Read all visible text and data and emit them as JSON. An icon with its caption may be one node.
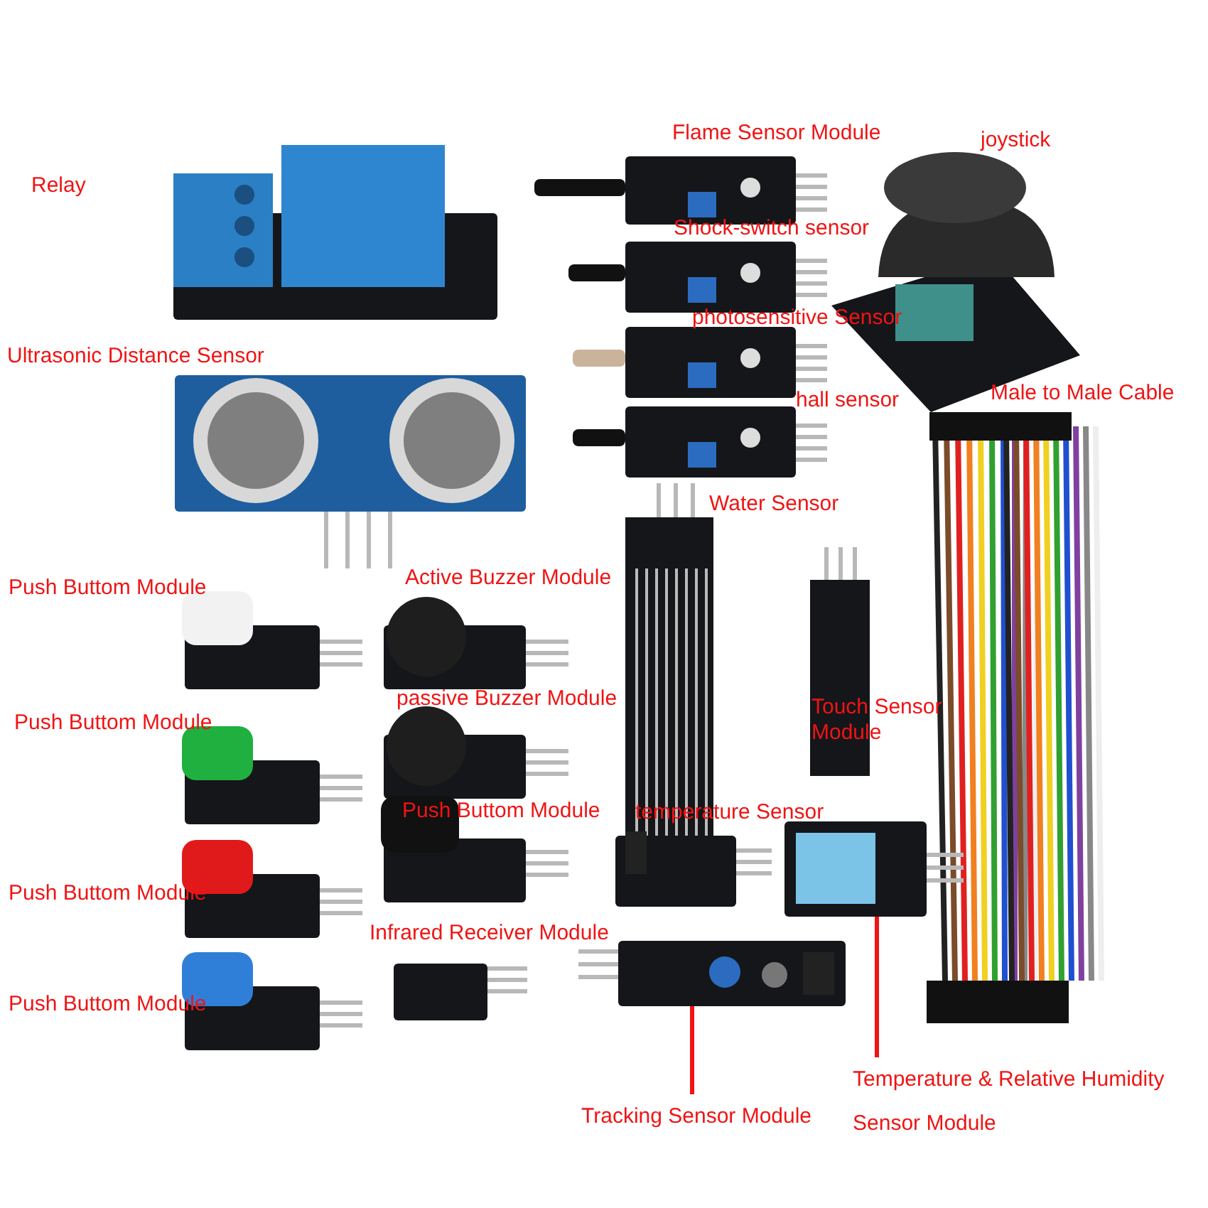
{
  "diagram": {
    "nodes": [
      {
        "text": [
          "Tracking Sensor Module"
        ]
      },
      {
        "text": [],
        "shape": "box"
      },
      {
        "text": [
          "Temperature & Relative Humidity Sensor Module"
        ]
      },
      {
        "text": [],
        "shape": "box"
      }
    ],
    "edges": [
      {
        "from": 0,
        "to": 1,
        "arrow": "none"
      },
      {
        "from": 2,
        "to": 3,
        "arrow": "none"
      }
    ],
    "labels": [
      "Flame Sensor Module",
      "joystick",
      "Relay",
      "Shock-switch sensor",
      "photosensitive Sensor",
      "Ultrasonic Distance Sensor",
      "hall sensor",
      "Male to Male Cable",
      "Water Sensor",
      "Push Buttom Module",
      "Active Buzzer Module",
      "Push Buttom Module",
      "passive Buzzer Module",
      "Touch Sensor Module",
      "Push Buttom Module",
      "temperature Sensor",
      "Push Buttom Module",
      "Infrared Receiver Module",
      "Push Buttom Module"
    ]
  }
}
